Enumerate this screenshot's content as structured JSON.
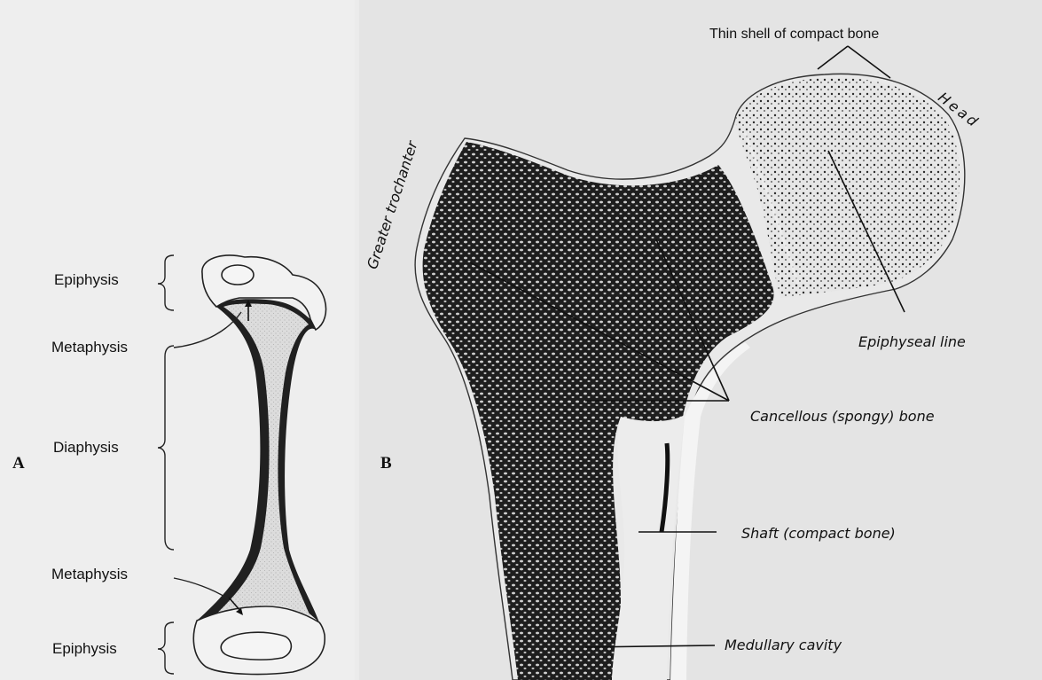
{
  "panel_a": {
    "letter": "A",
    "labels": {
      "epiphysis_top": "Epiphysis",
      "metaphysis_top": "Metaphysis",
      "diaphysis": "Diaphysis",
      "metaphysis_bottom": "Metaphysis",
      "epiphysis_bottom": "Epiphysis"
    }
  },
  "panel_b": {
    "letter": "B",
    "labels": {
      "thin_shell": "Thin shell of compact bone",
      "head": "Head",
      "greater_trochanter": "Greater trochanter",
      "epiphyseal_line": "Epiphyseal line",
      "cancellous": "Cancellous (spongy) bone",
      "shaft": "Shaft (compact bone)",
      "medullary": "Medullary cavity"
    }
  },
  "colors": {
    "background": "#ebebeb",
    "bone_dark": "#1a1a1a",
    "bone_light": "#d9d9d9",
    "line": "#111111"
  }
}
